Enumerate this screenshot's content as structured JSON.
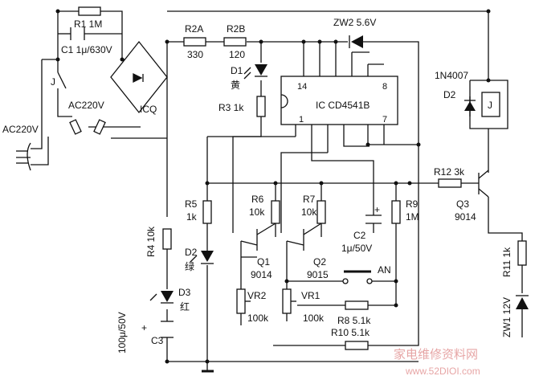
{
  "labels": {
    "ac_input": "AC220V",
    "r1": "R1  1M",
    "c1": "C1  1μ/630V",
    "switch_j": "J",
    "ac_relay": "AC220V",
    "icq": "ICQ",
    "r2a": "R2A",
    "r2a_val": "330",
    "r2b": "R2B",
    "r2b_val": "120",
    "zw2": "ZW2  5.6V",
    "d1": "D1",
    "d1_color": "黄",
    "r3": "R3  1k",
    "ic": "IC  CD4541B",
    "pin14": "14",
    "pin8": "8",
    "pin1": "1",
    "pin7": "7",
    "diode_1n4007": "1N4007",
    "d2_relay": "D2",
    "relay_j": "J",
    "r12": "R12  3k",
    "q3": "Q3",
    "q3_type": "9014",
    "r5": "R5",
    "r5_val": "1k",
    "r6": "R6",
    "r6_val": "10k",
    "r7": "R7",
    "r7_val": "10k",
    "r9": "R9",
    "r9_val": "1M",
    "c2_plus": "+",
    "c2": "C2",
    "c2_val": "1μ/50V",
    "r4": "R4  10k",
    "d2_led": "D2",
    "d2_color": "绿",
    "q1": "Q1",
    "q1_type": "9014",
    "q2": "Q2",
    "q2_type": "9015",
    "an": "AN",
    "d3": "D3",
    "d3_color": "红",
    "vr2": "VR2",
    "vr2_val": "100k",
    "vr1": "VR1",
    "vr1_val": "100k",
    "r8": "R8  5.1k",
    "r10": "R10  5.1k",
    "c3_val": "100μ/50V",
    "c3_plus": "+",
    "c3": "C3",
    "r11": "R11  1k",
    "zw1": "ZW1  12V",
    "watermark_cn": "家电维修资料网",
    "watermark_url": "www.52DIOI.com"
  }
}
